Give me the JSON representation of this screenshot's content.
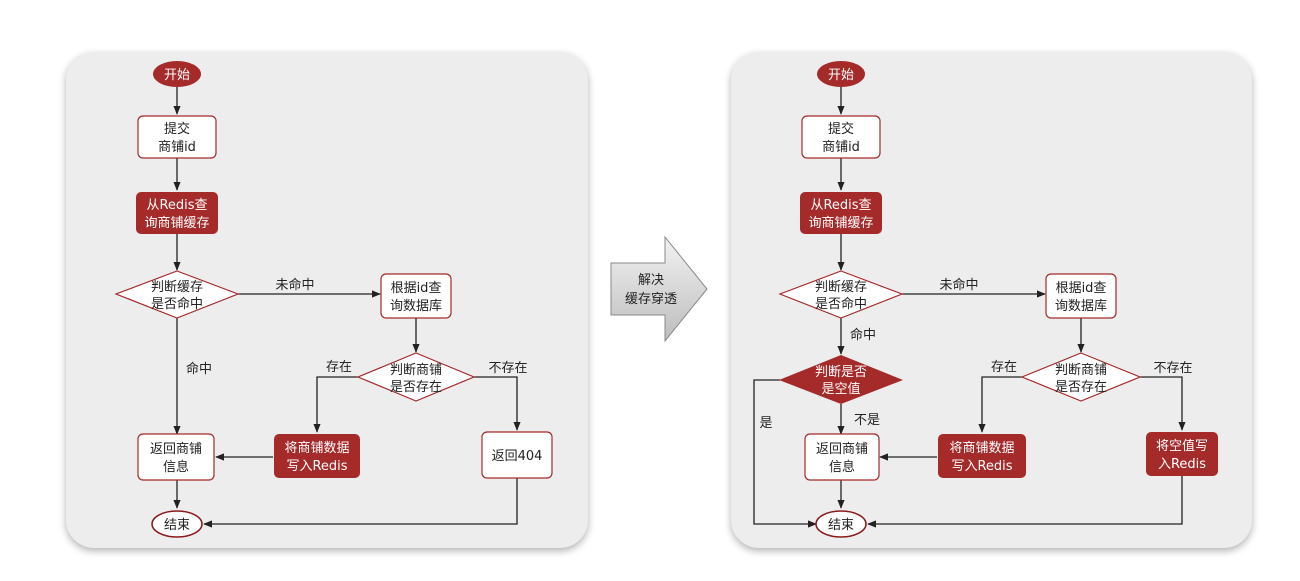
{
  "left": {
    "start": "开始",
    "submit": [
      "提交",
      "商铺id"
    ],
    "query_redis": [
      "从Redis查",
      "询商铺缓存"
    ],
    "judge_hit": [
      "判断缓存",
      "是否命中"
    ],
    "miss_label": "未命中",
    "hit_label": "命中",
    "query_db": [
      "根据id查",
      "询数据库"
    ],
    "judge_exist": [
      "判断商铺",
      "是否存在"
    ],
    "exists_label": "存在",
    "not_exists_label": "不存在",
    "return_shop": [
      "返回商铺",
      "信息"
    ],
    "write_redis": [
      "将商铺数据",
      "写入Redis"
    ],
    "return_404": "返回404",
    "end": "结束"
  },
  "middle_arrow": [
    "解决",
    "缓存穿透"
  ],
  "right": {
    "start": "开始",
    "submit": [
      "提交",
      "商铺id"
    ],
    "query_redis": [
      "从Redis查",
      "询商铺缓存"
    ],
    "judge_hit": [
      "判断缓存",
      "是否命中"
    ],
    "miss_label": "未命中",
    "hit_label": "命中",
    "judge_null": [
      "判断是否",
      "是空值"
    ],
    "yes_label": "是",
    "no_label": "不是",
    "query_db": [
      "根据id查",
      "询数据库"
    ],
    "judge_exist": [
      "判断商铺",
      "是否存在"
    ],
    "exists_label": "存在",
    "not_exists_label": "不存在",
    "return_shop": [
      "返回商铺",
      "信息"
    ],
    "write_redis": [
      "将商铺数据",
      "写入Redis"
    ],
    "write_null": [
      "将空值写",
      "入Redis"
    ],
    "end": "结束"
  },
  "colors": {
    "node_red": "#a52a2a",
    "outline_red": "#8b1a1a",
    "panel_bg": "#ededed",
    "line": "#222222"
  }
}
